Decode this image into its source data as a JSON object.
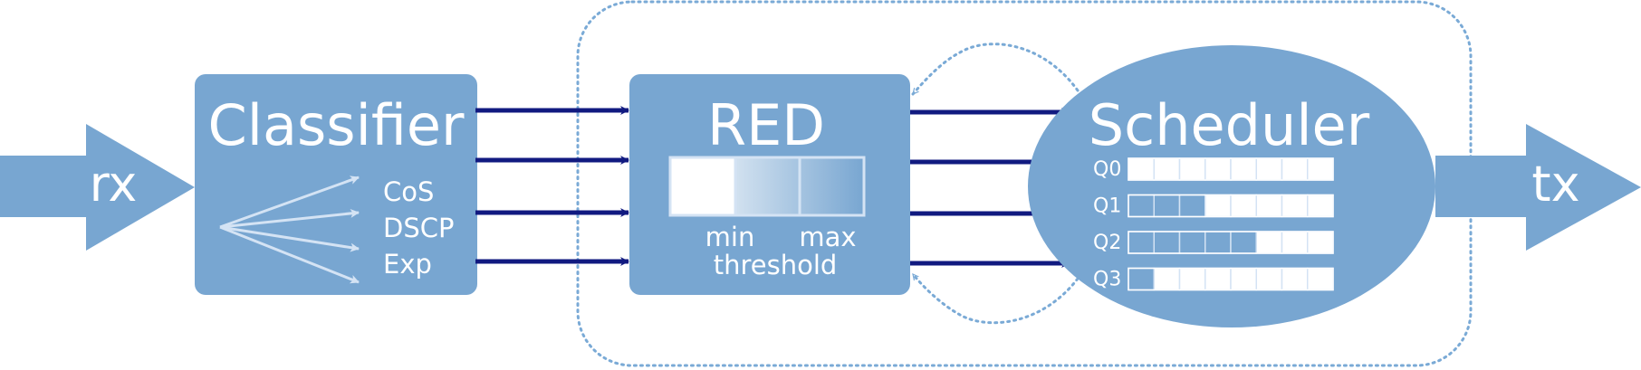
{
  "input_label": "rx",
  "output_label": "tx",
  "classifier": {
    "title": "Classifier",
    "fields": [
      "CoS",
      "DSCP",
      "Exp"
    ]
  },
  "red": {
    "title": "RED",
    "min_label": "min",
    "max_label": "max",
    "threshold_label": "threshold"
  },
  "scheduler": {
    "title": "Scheduler",
    "cells_per_queue": 8,
    "queues": [
      {
        "label": "Q0",
        "filled": 0
      },
      {
        "label": "Q1",
        "filled": 3
      },
      {
        "label": "Q2",
        "filled": 5
      },
      {
        "label": "Q3",
        "filled": 1
      }
    ]
  },
  "colors": {
    "box": "#78a6d1",
    "arrow": "#111a80",
    "dotted": "#7aaad6",
    "light_arrow": "#d4e3f4",
    "text": "#ffffff",
    "queue_fill": "#78a6d1",
    "queue_empty": "#ffffff"
  }
}
